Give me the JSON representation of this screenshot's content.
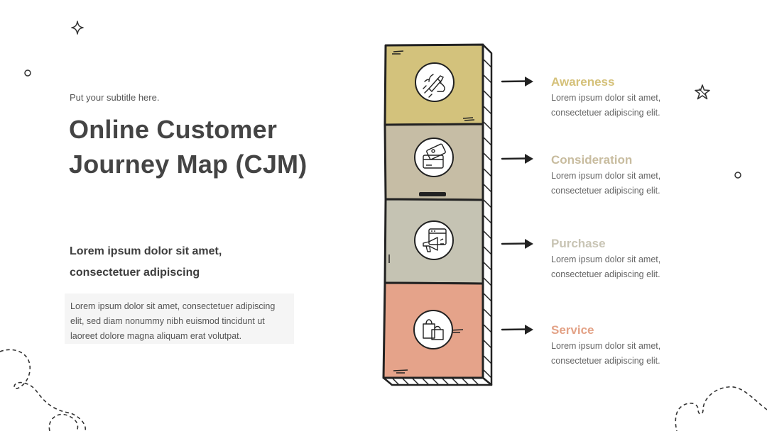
{
  "header": {
    "subtitle": "Put your subtitle here.",
    "title": "Online Customer Journey Map (CJM)"
  },
  "intro": {
    "heading": "Lorem ipsum dolor sit amet, consectetuer adipiscing",
    "body": "Lorem ipsum dolor sit amet, consectetuer adipiscing elit, sed diam nonummy nibh euismod tincidunt ut laoreet dolore magna aliquam erat volutpat."
  },
  "stages": [
    {
      "title": "Awareness",
      "text": "Lorem ipsum dolor sit amet, consectetuer adipiscing elit.",
      "color": "#D5C17A",
      "box_color": "#D3C27C",
      "icon": "rocket-hand-icon"
    },
    {
      "title": "Consideration",
      "text": "Lorem ipsum dolor sit amet, consectetuer adipiscing elit.",
      "color": "#C8BC9F",
      "box_color": "#C6BDA5",
      "icon": "credit-card-icon"
    },
    {
      "title": "Purchase",
      "text": "Lorem ipsum dolor sit amet, consectetuer adipiscing elit.",
      "color": "#C8C4B4",
      "box_color": "#C5C3B3",
      "icon": "web-megaphone-icon"
    },
    {
      "title": "Service",
      "text": "Lorem ipsum dolor sit amet, consectetuer adipiscing elit.",
      "color": "#E3A286",
      "box_color": "#E5A38A",
      "icon": "shopping-bags-icon"
    }
  ]
}
